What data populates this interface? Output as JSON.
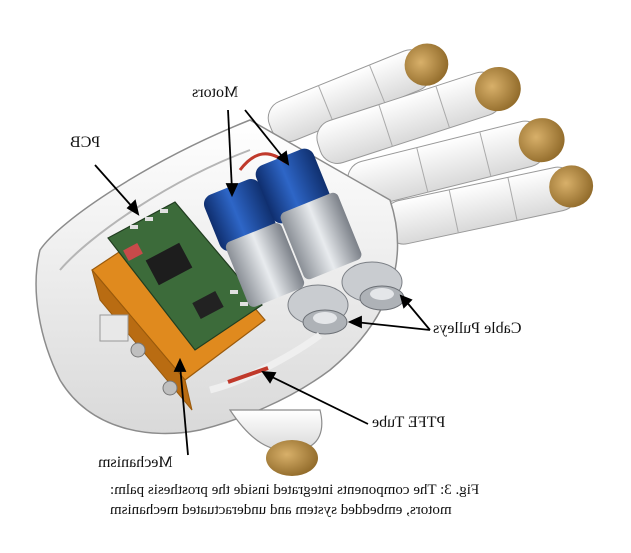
{
  "labels": {
    "motors": "Motors",
    "pcb": "PCB",
    "cable_pulleys": "Cable Pulleys",
    "ptfe_tube": "PTFE Tube",
    "mechanism": "Mechanism"
  },
  "caption": {
    "line1": "Fig. 3: The components integrated inside the prosthesis palm:",
    "line2": "motors, embedded system and underactuated mechanism"
  },
  "colors": {
    "motor_blue": "#1f4fa8",
    "pcb_green": "#3c6b3a",
    "mechanism_orange": "#e08a1e",
    "fingertip_gold": "#b88a3a",
    "shell_white": "#f2f2f2"
  }
}
